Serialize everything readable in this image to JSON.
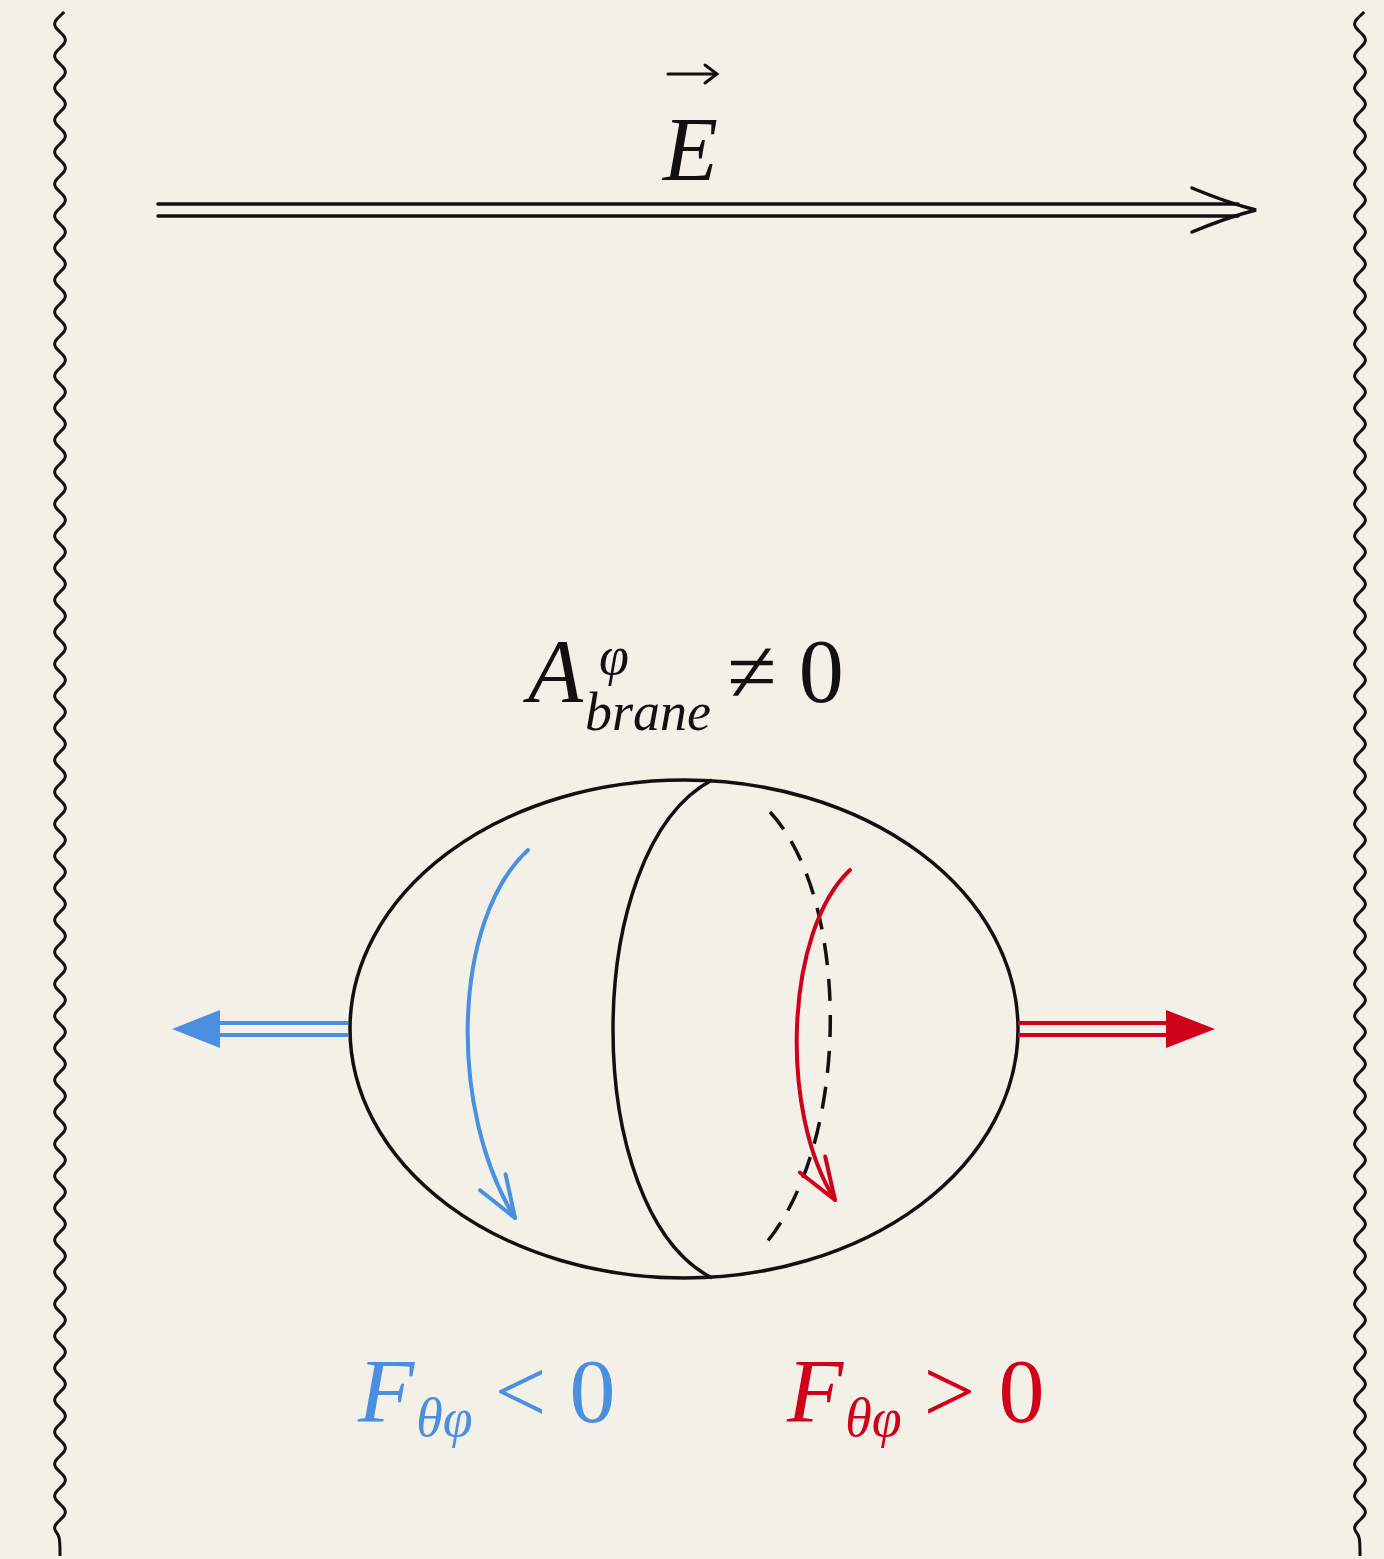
{
  "diagram": {
    "labels": [
      "E",
      "A",
      "φ",
      "brane",
      "≠ 0",
      "F",
      "θφ",
      "< 0",
      "F",
      "θφ",
      "> 0"
    ]
  }
}
